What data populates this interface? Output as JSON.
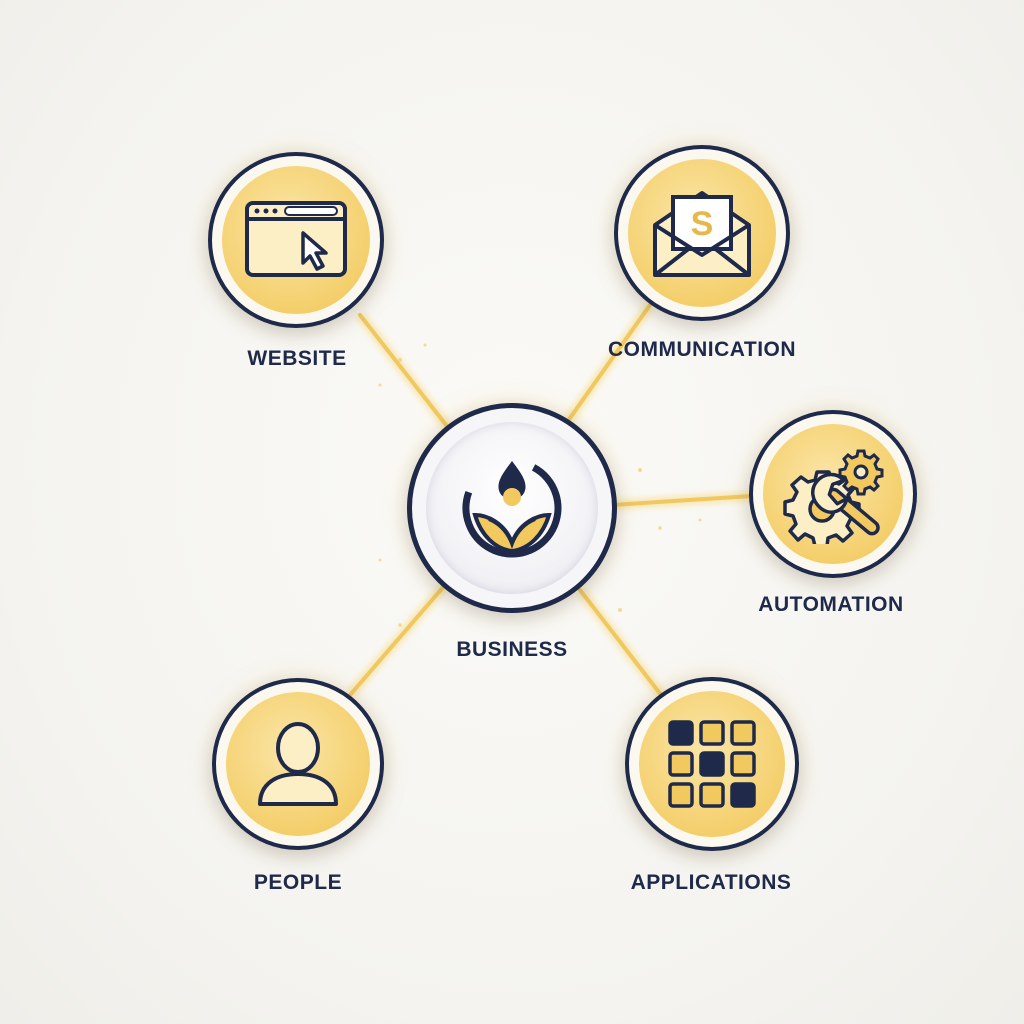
{
  "diagram": {
    "center": {
      "label": "BUSINESS",
      "icon": "business-logo-icon"
    },
    "nodes": [
      {
        "id": "website",
        "label": "WEBSITE",
        "icon": "browser-window-icon"
      },
      {
        "id": "communication",
        "label": "COMMUNICATION",
        "icon": "envelope-dollar-icon"
      },
      {
        "id": "automation",
        "label": "AUTOMATION",
        "icon": "gear-wrench-icon"
      },
      {
        "id": "people",
        "label": "PEOPLE",
        "icon": "person-icon"
      },
      {
        "id": "applications",
        "label": "APPLICATIONS",
        "icon": "app-grid-icon"
      }
    ],
    "colors": {
      "navy": "#1f2a4a",
      "gold": "#f2c95f",
      "connector": "#f0c860"
    }
  }
}
